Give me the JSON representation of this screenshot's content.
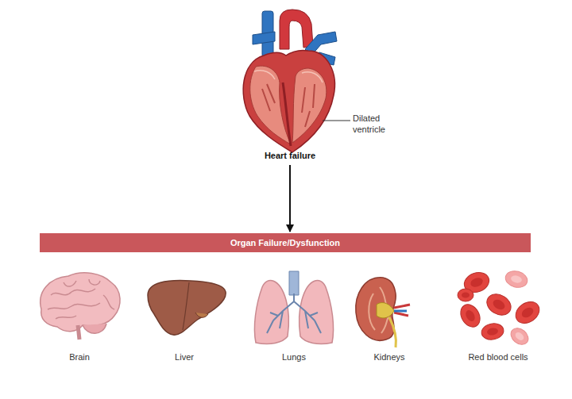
{
  "diagram": {
    "nodes": [
      {
        "text": [
          "Heart failure"
        ]
      },
      {
        "text": [
          "Organ Failure/Dysfunction"
        ]
      }
    ],
    "edges": [
      {
        "from": 0,
        "to": 1,
        "arrow": "to"
      }
    ],
    "labels": [
      "Dilated ventricle",
      "Brain",
      "Liver",
      "Lungs",
      "Kidneys",
      "Red blood cells"
    ]
  }
}
